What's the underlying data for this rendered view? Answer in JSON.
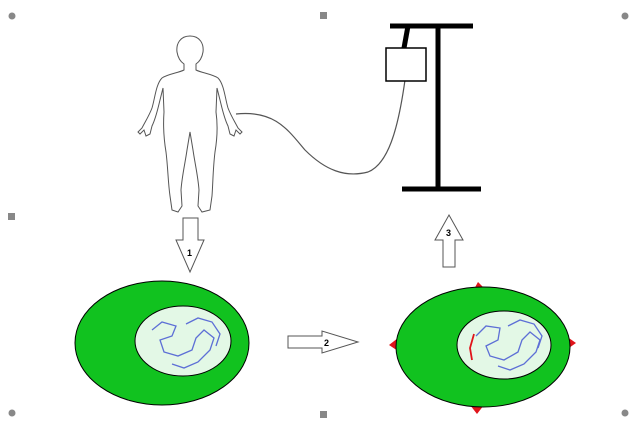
{
  "diagram": {
    "steps": [
      {
        "id": "step-1",
        "label": "1",
        "direction": "down"
      },
      {
        "id": "step-2",
        "label": "2",
        "direction": "right"
      },
      {
        "id": "step-3",
        "label": "3",
        "direction": "up"
      }
    ],
    "colors": {
      "cytoplasm": "#11c21f",
      "nucleus": "#e3f8e6",
      "chromatin": "#5d6fd6",
      "modification": "#e0141a",
      "outline": "#000000",
      "handle": "#888888"
    },
    "icons": {
      "person": "human-silhouette-icon",
      "iv_stand": "iv-stand-icon",
      "cell": "cell-icon",
      "modified_cell": "modified-cell-icon"
    }
  }
}
